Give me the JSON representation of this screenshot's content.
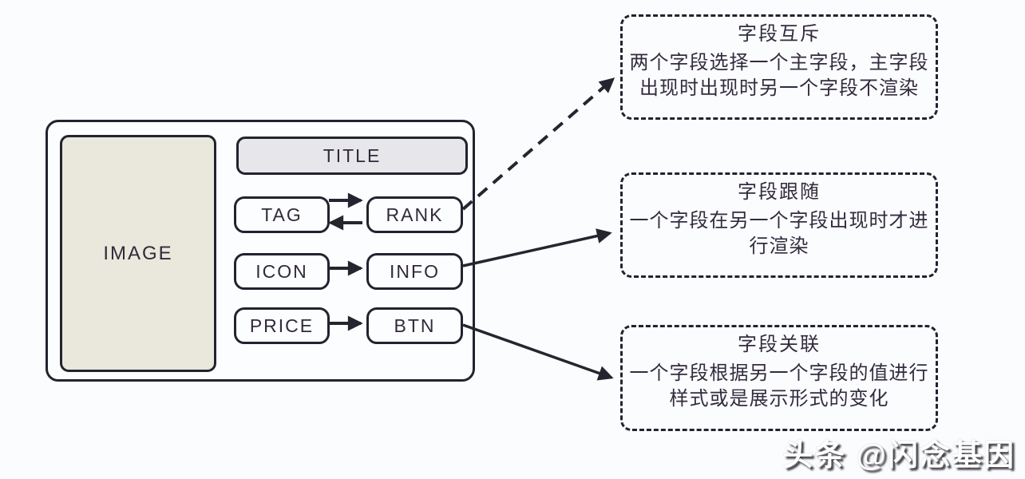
{
  "colors": {
    "ink": "#23222f",
    "text": "#342b3e",
    "card_bg": "#fcfdff",
    "image_bg": "#eae7dc",
    "title_bg": "#e7e6ea",
    "page_bg": "#fbfcfe"
  },
  "card": {
    "image_label": "IMAGE",
    "title_label": "TITLE",
    "rows": [
      {
        "left": "TAG",
        "right": "RANK",
        "arrows": "both-directions"
      },
      {
        "left": "ICON",
        "right": "INFO",
        "arrows": "left-to-right"
      },
      {
        "left": "PRICE",
        "right": "BTN",
        "arrows": "left-to-right"
      }
    ]
  },
  "notes": [
    {
      "title": "字段互斥",
      "body": "两个字段选择一个主字段，主字段出现时出现时另一个字段不渲染",
      "connector": "dashed-arrow-from-rank"
    },
    {
      "title": "字段跟随",
      "body": "一个字段在另一个字段出现时才进行渲染",
      "connector": "solid-arrow-from-info"
    },
    {
      "title": "字段关联",
      "body": "一个字段根据另一个字段的值进行样式或是展示形式的变化",
      "connector": "solid-arrow-from-btn"
    }
  ],
  "watermark": "头条 @闪念基因"
}
